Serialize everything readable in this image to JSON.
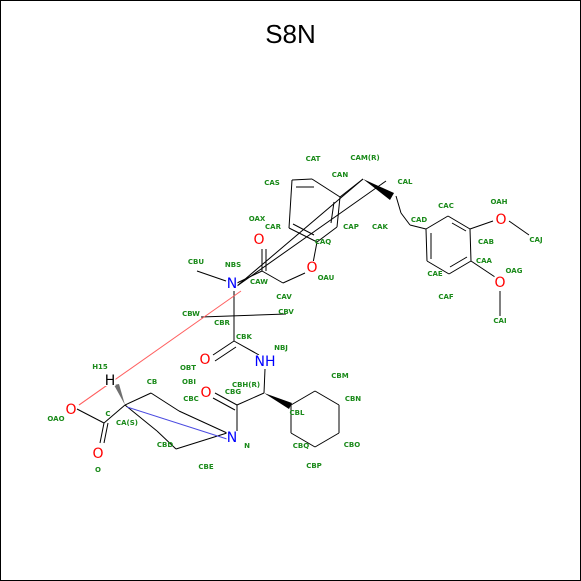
{
  "title": "S8N",
  "colors": {
    "carbon_label": "#1a8a1a",
    "bond": "#000000",
    "oxygen": "#ff0000",
    "nitrogen": "#0000ff",
    "hydrogen_bond": "#ff6060",
    "long_bond_blue": "#4a4ae0"
  },
  "atoms": [
    {
      "id": "CAT",
      "label": "CAT"
    },
    {
      "id": "CAM",
      "label": "CAM(R)"
    },
    {
      "id": "CAN",
      "label": "CAN"
    },
    {
      "id": "CAS",
      "label": "CAS"
    },
    {
      "id": "CAL",
      "label": "CAL"
    },
    {
      "id": "CAC",
      "label": "CAC"
    },
    {
      "id": "OAH_l",
      "label": "OAH"
    },
    {
      "id": "OAX",
      "label": "OAX"
    },
    {
      "id": "CAR",
      "label": "CAR"
    },
    {
      "id": "CAK",
      "label": "CAK"
    },
    {
      "id": "CAD",
      "label": "CAD"
    },
    {
      "id": "CAP",
      "label": "CAP"
    },
    {
      "id": "CAQ",
      "label": "CAQ"
    },
    {
      "id": "CAB",
      "label": "CAB"
    },
    {
      "id": "CAJ",
      "label": "CAJ"
    },
    {
      "id": "CBU",
      "label": "CBU"
    },
    {
      "id": "NBS",
      "label": "NBS"
    },
    {
      "id": "CAA",
      "label": "CAA"
    },
    {
      "id": "OAU",
      "label": "OAU"
    },
    {
      "id": "CAW",
      "label": "CAW"
    },
    {
      "id": "CAE",
      "label": "CAE"
    },
    {
      "id": "OAG_l",
      "label": "OAG"
    },
    {
      "id": "CAV",
      "label": "CAV"
    },
    {
      "id": "CAF",
      "label": "CAF"
    },
    {
      "id": "CBW",
      "label": "CBW"
    },
    {
      "id": "CBV",
      "label": "CBV"
    },
    {
      "id": "CAI",
      "label": "CAI"
    },
    {
      "id": "CBR",
      "label": "CBR"
    },
    {
      "id": "CBK",
      "label": "CBK"
    },
    {
      "id": "NBJ",
      "label": "NBJ"
    },
    {
      "id": "H15",
      "label": "H15"
    },
    {
      "id": "OBT",
      "label": "OBT"
    },
    {
      "id": "CBM",
      "label": "CBM"
    },
    {
      "id": "CB",
      "label": "CB"
    },
    {
      "id": "OBI",
      "label": "OBI"
    },
    {
      "id": "CBH",
      "label": "CBH(R)"
    },
    {
      "id": "CBC",
      "label": "CBC"
    },
    {
      "id": "CBG",
      "label": "CBG"
    },
    {
      "id": "CBN",
      "label": "CBN"
    },
    {
      "id": "CBL",
      "label": "CBL"
    },
    {
      "id": "OAO",
      "label": "OAO"
    },
    {
      "id": "C",
      "label": "C"
    },
    {
      "id": "CAS_s",
      "label": "CA(S)"
    },
    {
      "id": "CBD",
      "label": "CBD"
    },
    {
      "id": "N_l",
      "label": "N"
    },
    {
      "id": "CBQ",
      "label": "CBQ"
    },
    {
      "id": "CBO",
      "label": "CBO"
    },
    {
      "id": "CBE",
      "label": "CBE"
    },
    {
      "id": "O_l",
      "label": "O"
    },
    {
      "id": "CBP",
      "label": "CBP"
    }
  ],
  "hetero_atoms": [
    {
      "id": "O_carb1",
      "label": "O",
      "element": "O"
    },
    {
      "id": "O_ether",
      "label": "O",
      "element": "O"
    },
    {
      "id": "O_OAH",
      "label": "O",
      "element": "O"
    },
    {
      "id": "O_OAG",
      "label": "O",
      "element": "O"
    },
    {
      "id": "N_NBS",
      "label": "N",
      "element": "N"
    },
    {
      "id": "O_carb2",
      "label": "O",
      "element": "O"
    },
    {
      "id": "N_NH",
      "label": "NH",
      "element": "N"
    },
    {
      "id": "H_h",
      "label": "H",
      "element": "H"
    },
    {
      "id": "O_carb3",
      "label": "O",
      "element": "O"
    },
    {
      "id": "O_OAO",
      "label": "O",
      "element": "O"
    },
    {
      "id": "N_N",
      "label": "N",
      "element": "N"
    },
    {
      "id": "O_O",
      "label": "O",
      "element": "O"
    }
  ]
}
